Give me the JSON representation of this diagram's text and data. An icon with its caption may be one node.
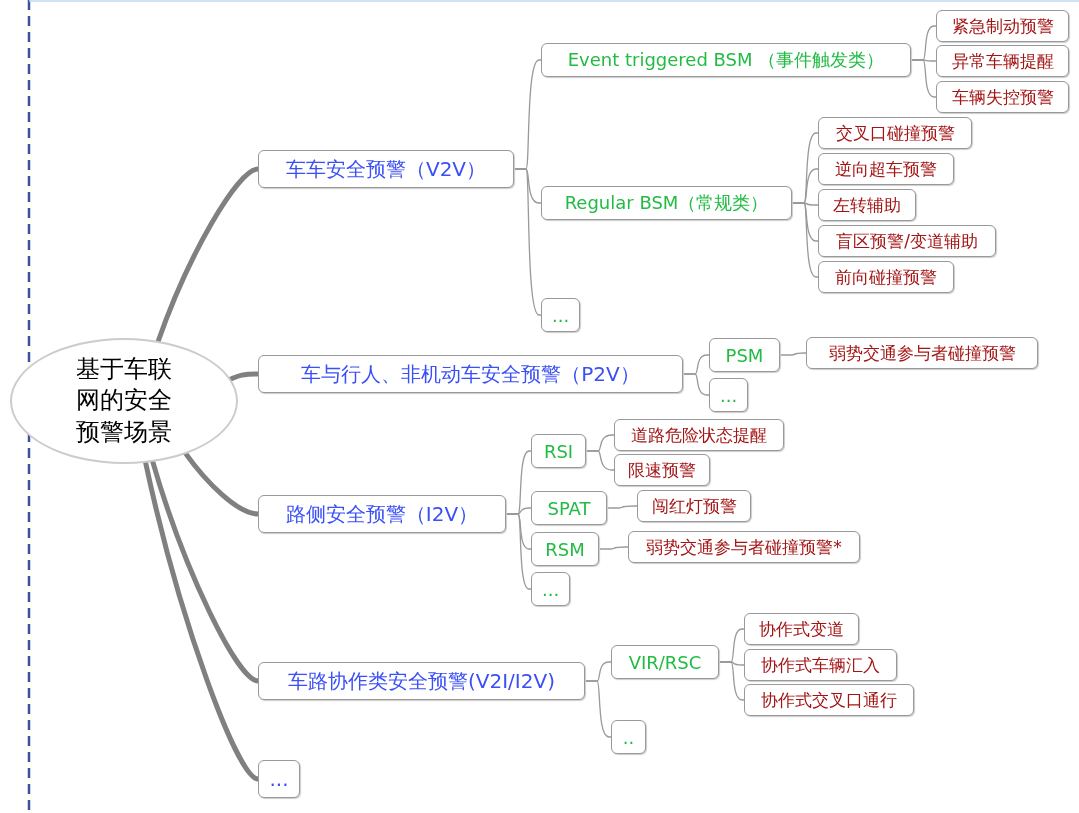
{
  "diagram": {
    "nodes": [
      {
        "text": [
          "基于车联网的安全预警场景"
        ]
      },
      {
        "text": [
          "车车安全预警（V2V）"
        ]
      },
      {
        "text": [
          "Event triggered BSM （事件触发类）"
        ]
      },
      {
        "text": [
          "紧急制动预警"
        ]
      },
      {
        "text": [
          "异常车辆提醒"
        ]
      },
      {
        "text": [
          "车辆失控预警"
        ]
      },
      {
        "text": [
          "Regular BSM（常规类）"
        ]
      },
      {
        "text": [
          "交叉口碰撞预警"
        ]
      },
      {
        "text": [
          "逆向超车预警"
        ]
      },
      {
        "text": [
          "左转辅助"
        ]
      },
      {
        "text": [
          "盲区预警/变道辅助"
        ]
      },
      {
        "text": [
          "前向碰撞预警"
        ]
      },
      {
        "text": [
          "..."
        ]
      },
      {
        "text": [
          "车与行人、非机动车安全预警（P2V）"
        ]
      },
      {
        "text": [
          "PSM"
        ]
      },
      {
        "text": [
          "弱势交通参与者碰撞预警"
        ]
      },
      {
        "text": [
          "..."
        ]
      },
      {
        "text": [
          "路侧安全预警（I2V）"
        ]
      },
      {
        "text": [
          "RSI"
        ]
      },
      {
        "text": [
          "道路危险状态提醒"
        ]
      },
      {
        "text": [
          "限速预警"
        ]
      },
      {
        "text": [
          "SPAT"
        ]
      },
      {
        "text": [
          "闯红灯预警"
        ]
      },
      {
        "text": [
          "RSM"
        ]
      },
      {
        "text": [
          "弱势交通参与者碰撞预警*"
        ]
      },
      {
        "text": [
          "..."
        ]
      },
      {
        "text": [
          "车路协作类安全预警(V2I/I2V)"
        ]
      },
      {
        "text": [
          "VIR/RSC"
        ]
      },
      {
        "text": [
          "协作式变道"
        ]
      },
      {
        "text": [
          "协作式车辆汇入"
        ]
      },
      {
        "text": [
          "协作式交叉口通行"
        ]
      },
      {
        "text": [
          ".."
        ]
      },
      {
        "text": [
          "..."
        ]
      }
    ],
    "edges": [
      {
        "from": 0,
        "to": 1,
        "arrow": "none",
        "style": "thick"
      },
      {
        "from": 1,
        "to": 2,
        "arrow": "none"
      },
      {
        "from": 2,
        "to": 3,
        "arrow": "none"
      },
      {
        "from": 2,
        "to": 4,
        "arrow": "none"
      },
      {
        "from": 2,
        "to": 5,
        "arrow": "none"
      },
      {
        "from": 1,
        "to": 6,
        "arrow": "none"
      },
      {
        "from": 6,
        "to": 7,
        "arrow": "none"
      },
      {
        "from": 6,
        "to": 8,
        "arrow": "none"
      },
      {
        "from": 6,
        "to": 9,
        "arrow": "none"
      },
      {
        "from": 6,
        "to": 10,
        "arrow": "none"
      },
      {
        "from": 6,
        "to": 11,
        "arrow": "none"
      },
      {
        "from": 1,
        "to": 12,
        "arrow": "none"
      },
      {
        "from": 0,
        "to": 13,
        "arrow": "none",
        "style": "thick"
      },
      {
        "from": 13,
        "to": 14,
        "arrow": "none"
      },
      {
        "from": 14,
        "to": 15,
        "arrow": "none"
      },
      {
        "from": 13,
        "to": 16,
        "arrow": "none"
      },
      {
        "from": 0,
        "to": 17,
        "arrow": "none",
        "style": "thick"
      },
      {
        "from": 17,
        "to": 18,
        "arrow": "none"
      },
      {
        "from": 18,
        "to": 19,
        "arrow": "none"
      },
      {
        "from": 18,
        "to": 20,
        "arrow": "none"
      },
      {
        "from": 17,
        "to": 21,
        "arrow": "none"
      },
      {
        "from": 21,
        "to": 22,
        "arrow": "none"
      },
      {
        "from": 17,
        "to": 23,
        "arrow": "none"
      },
      {
        "from": 23,
        "to": 24,
        "arrow": "none"
      },
      {
        "from": 17,
        "to": 25,
        "arrow": "none"
      },
      {
        "from": 0,
        "to": 26,
        "arrow": "none",
        "style": "thick"
      },
      {
        "from": 26,
        "to": 27,
        "arrow": "none"
      },
      {
        "from": 27,
        "to": 28,
        "arrow": "none"
      },
      {
        "from": 27,
        "to": 29,
        "arrow": "none"
      },
      {
        "from": 27,
        "to": 30,
        "arrow": "none"
      },
      {
        "from": 26,
        "to": 31,
        "arrow": "none"
      },
      {
        "from": 0,
        "to": 32,
        "arrow": "none",
        "style": "thick"
      }
    ]
  }
}
